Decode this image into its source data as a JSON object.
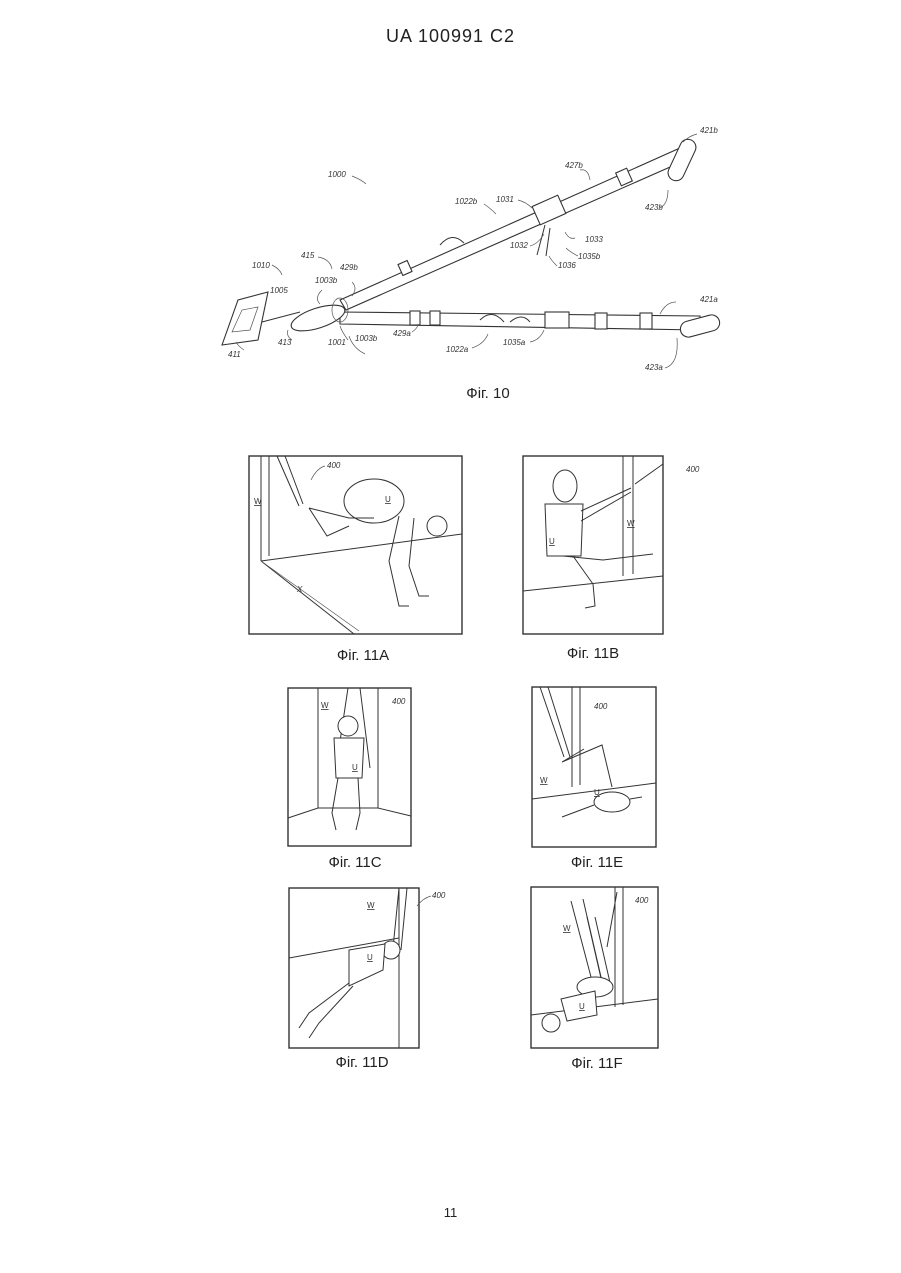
{
  "header": "UA   100991   C2",
  "page_number": "11",
  "fig10": {
    "caption": "Фіг. 10",
    "refs": {
      "r1000": "1000",
      "r1010": "1010",
      "r415": "415",
      "r429b": "429b",
      "r1003b_top": "1003b",
      "r1005": "1005",
      "r411": "411",
      "r413": "413",
      "r1001": "1001",
      "r1003b_bottom": "1003b",
      "r429a": "429a",
      "r1022a": "1022a",
      "r1035a": "1035a",
      "r421a": "421a",
      "r423a": "423a",
      "r1022b": "1022b",
      "r1031": "1031",
      "r427b": "427b",
      "r421b": "421b",
      "r423b": "423b",
      "r1032": "1032",
      "r1033": "1033",
      "r1035b": "1035b",
      "r1036": "1036"
    }
  },
  "fig11": {
    "a": {
      "caption": "Фіг. 11A",
      "ref": "400",
      "wall": "W",
      "user": "U",
      "dist": "X"
    },
    "b": {
      "caption": "Фіг. 11B",
      "ref": "400",
      "wall": "W",
      "user": "U"
    },
    "c": {
      "caption": "Фіг. 11C",
      "ref": "400",
      "wall": "W",
      "user": "U"
    },
    "e": {
      "caption": "Фіг. 11E",
      "ref": "400",
      "wall": "W",
      "user": "U"
    },
    "d": {
      "caption": "Фіг. 11D",
      "ref": "400",
      "wall": "W",
      "user": "U"
    },
    "f": {
      "caption": "Фіг. 11F",
      "ref": "400",
      "wall": "W",
      "user": "U"
    }
  }
}
